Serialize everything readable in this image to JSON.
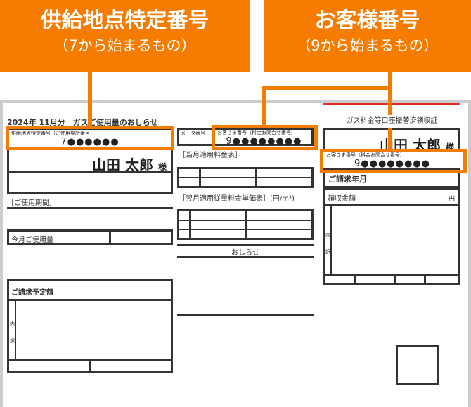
{
  "labels": {
    "supply": {
      "title": "供給地点特定番号",
      "sub": "（7から始まるもの）"
    },
    "customer": {
      "title": "お客様番号",
      "sub": "（9から始まるもの）"
    }
  },
  "doc": {
    "title": "2024年 11月分　ガスご使用量のおしらせ",
    "supply_label": "供給地点特定番号（ご使用場所番号）",
    "supply_value": "7●●●●●●",
    "meter_label": "メータ番号",
    "customer_label": "お客さま番号（料金お問合せ番号）",
    "customer_value": "9●●●●●●●●",
    "name": "山田 太郎",
    "honorific": "様",
    "period": "［ご使用期間］",
    "usage": "今月ご使用量",
    "current_rates": "［当月適用料金表］",
    "next_rates": "［翌月適用従量料金単価表］(円/m³)",
    "notice": "おしらせ",
    "billing_amount": "ご請求予定額",
    "breakdown": "内訳"
  },
  "receipt": {
    "title": "ガス料金等口座振替済領収証",
    "name": "山田 太郎",
    "honorific": "様",
    "customer_label": "お客さま番号（料金お問合せ番号）",
    "customer_value": "9●●●●●●●●",
    "billing_month": "ご請求年月",
    "amount": "領収金額",
    "yen": "円",
    "breakdown": "内訳"
  }
}
